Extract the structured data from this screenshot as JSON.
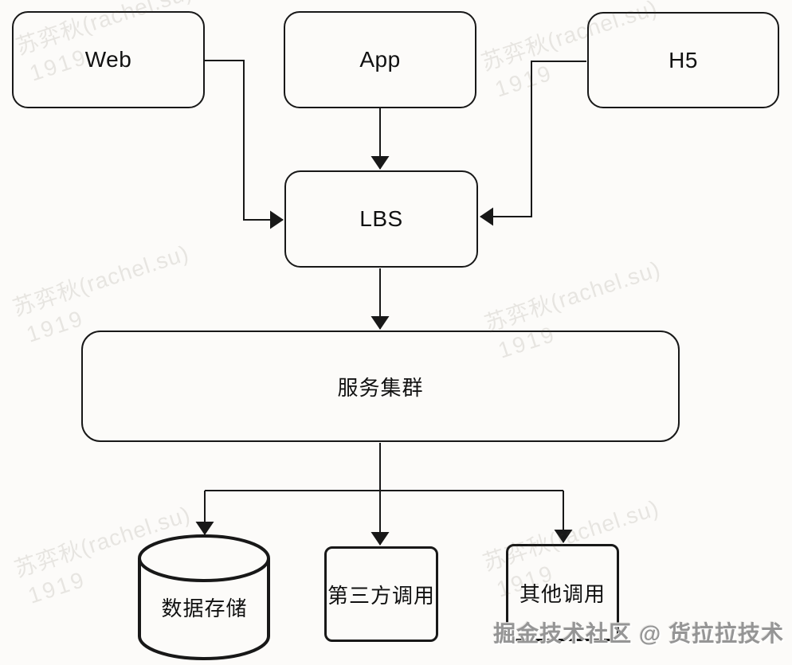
{
  "nodes": {
    "web": {
      "label": "Web"
    },
    "app": {
      "label": "App"
    },
    "h5": {
      "label": "H5"
    },
    "lbs": {
      "label": "LBS"
    },
    "cluster": {
      "label": "服务集群"
    },
    "storage": {
      "label": "数据存储",
      "shape": "cylinder"
    },
    "third_party": {
      "label": "第三方调用"
    },
    "other": {
      "label": "其他调用"
    }
  },
  "edges": [
    {
      "from": "web",
      "to": "lbs"
    },
    {
      "from": "app",
      "to": "lbs"
    },
    {
      "from": "h5",
      "to": "lbs"
    },
    {
      "from": "lbs",
      "to": "cluster"
    },
    {
      "from": "cluster",
      "to": "storage"
    },
    {
      "from": "cluster",
      "to": "third_party"
    },
    {
      "from": "cluster",
      "to": "other"
    }
  ],
  "watermark": {
    "line1": "苏弈秋(rachel.su)",
    "line2": "1919"
  },
  "attribution": {
    "text": "掘金技术社区 @ 货拉拉技术"
  },
  "colors": {
    "stroke": "#181818",
    "background": "#fcfbf9",
    "watermark": "rgba(85,72,60,0.12)",
    "attribution_gray": "#959595"
  }
}
